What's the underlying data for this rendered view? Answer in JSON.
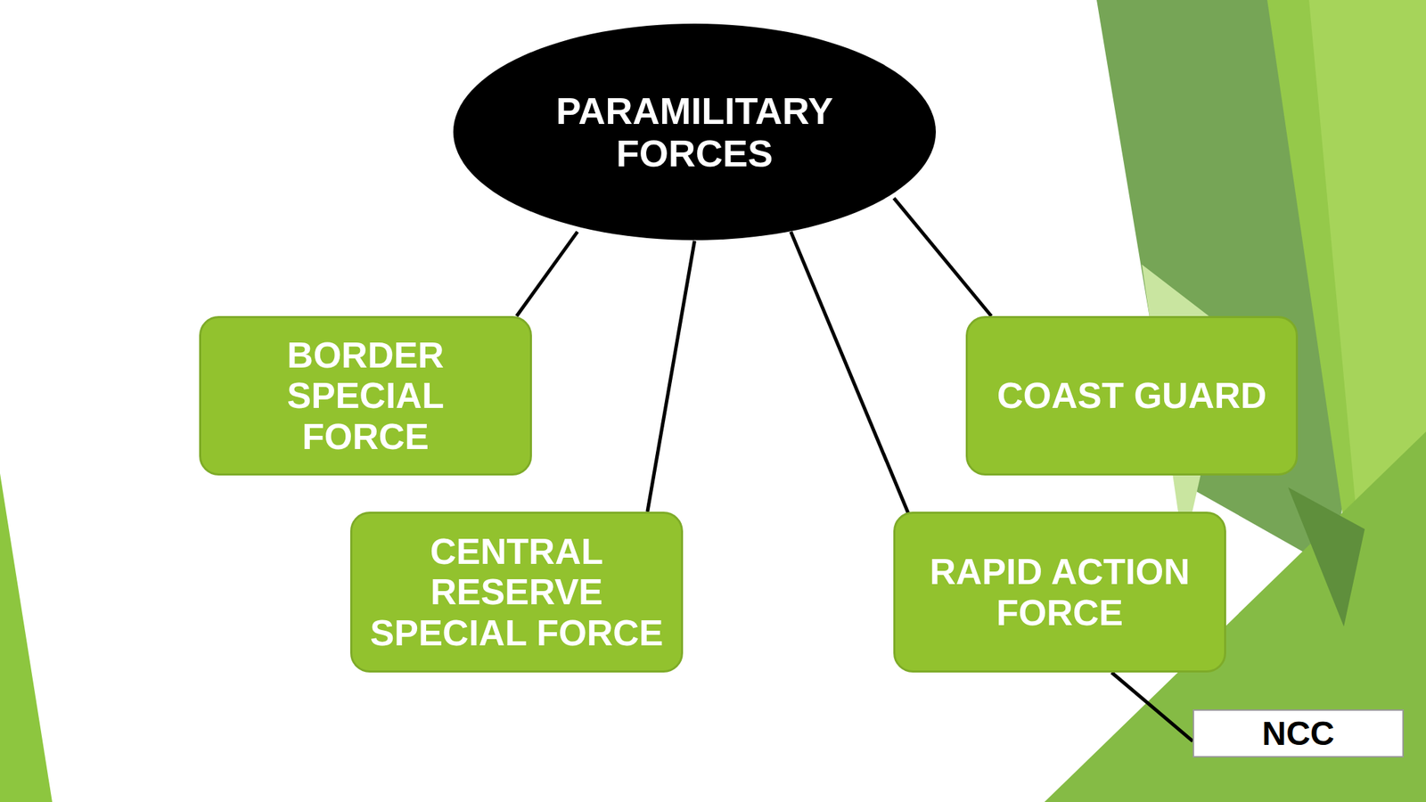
{
  "diagram": {
    "nodes": [
      {
        "text": [
          "PARAMILITARY FORCES"
        ]
      },
      {
        "text": [
          "BORDER SPECIAL FORCE"
        ]
      },
      {
        "text": [
          "COAST GUARD"
        ]
      },
      {
        "text": [
          "CENTRAL RESERVE SPECIAL FORCE"
        ]
      },
      {
        "text": [
          "RAPID ACTION FORCE"
        ]
      },
      {
        "text": [
          "NCC"
        ]
      }
    ],
    "edges": [
      {
        "from": 0,
        "to": 1,
        "arrow": "none"
      },
      {
        "from": 0,
        "to": 3,
        "arrow": "none"
      },
      {
        "from": 0,
        "to": 4,
        "arrow": "none"
      },
      {
        "from": 0,
        "to": 2,
        "arrow": "none"
      },
      {
        "from": 4,
        "to": 5,
        "arrow": "none"
      }
    ]
  }
}
